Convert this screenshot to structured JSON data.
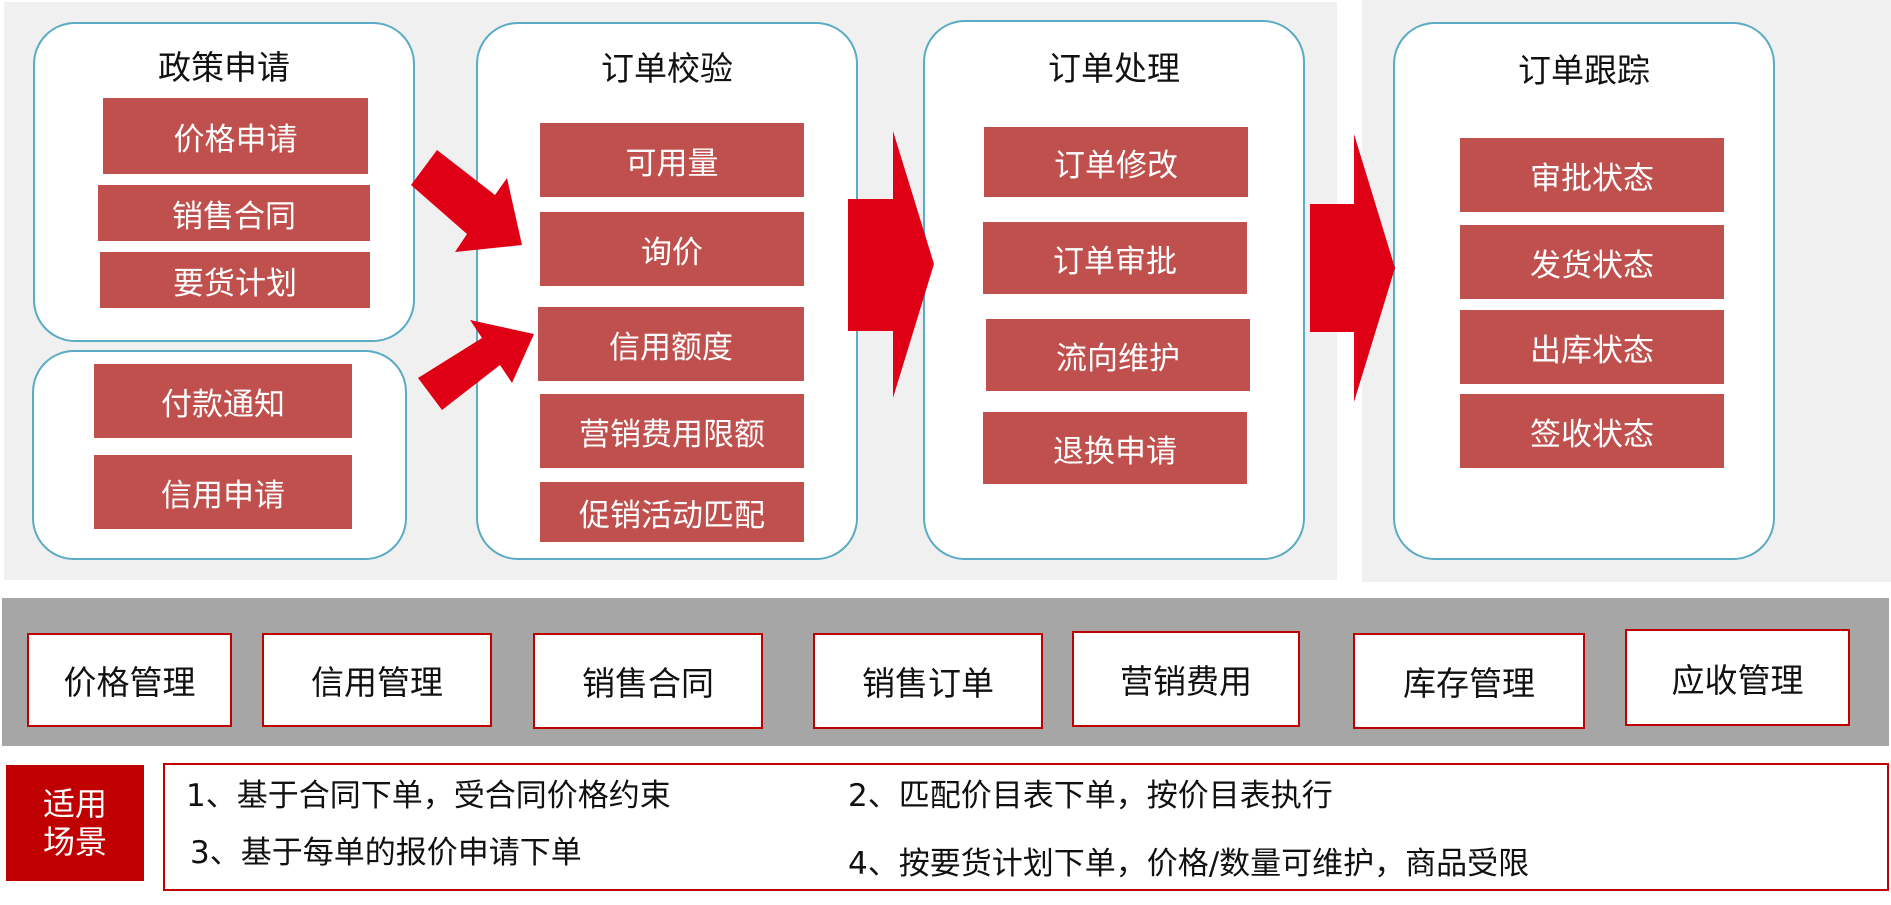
{
  "colors": {
    "item_fill": "#c0504d",
    "arrow_fill": "#e00016",
    "stage_border": "#5aabc4",
    "module_border": "#c00000",
    "band_fill": "#a6a6a6",
    "panel_fill": "#f0f0f0"
  },
  "stages": {
    "policy": {
      "title": "政策申请",
      "items": [
        "价格申请",
        "销售合同",
        "要货计划"
      ]
    },
    "payment": {
      "items": [
        "付款通知",
        "信用申请"
      ]
    },
    "verify": {
      "title": "订单校验",
      "items": [
        "可用量",
        "询价",
        "信用额度",
        "营销费用限额",
        "促销活动匹配"
      ]
    },
    "process": {
      "title": "订单处理",
      "items": [
        "订单修改",
        "订单审批",
        "流向维护",
        "退换申请"
      ]
    },
    "track": {
      "title": "订单跟踪",
      "items": [
        "审批状态",
        "发货状态",
        "出库状态",
        "签收状态"
      ]
    }
  },
  "modules": [
    "价格管理",
    "信用管理",
    "销售合同",
    "销售订单",
    "营销费用",
    "库存管理",
    "应收管理"
  ],
  "scenarios": {
    "label_line1": "适用",
    "label_line2": "场景",
    "items": [
      "1、基于合同下单，受合同价格约束",
      "2、匹配价目表下单，按价目表执行",
      "3、基于每单的报价申请下单",
      "4、按要货计划下单，价格/数量可维护，商品受限"
    ]
  }
}
